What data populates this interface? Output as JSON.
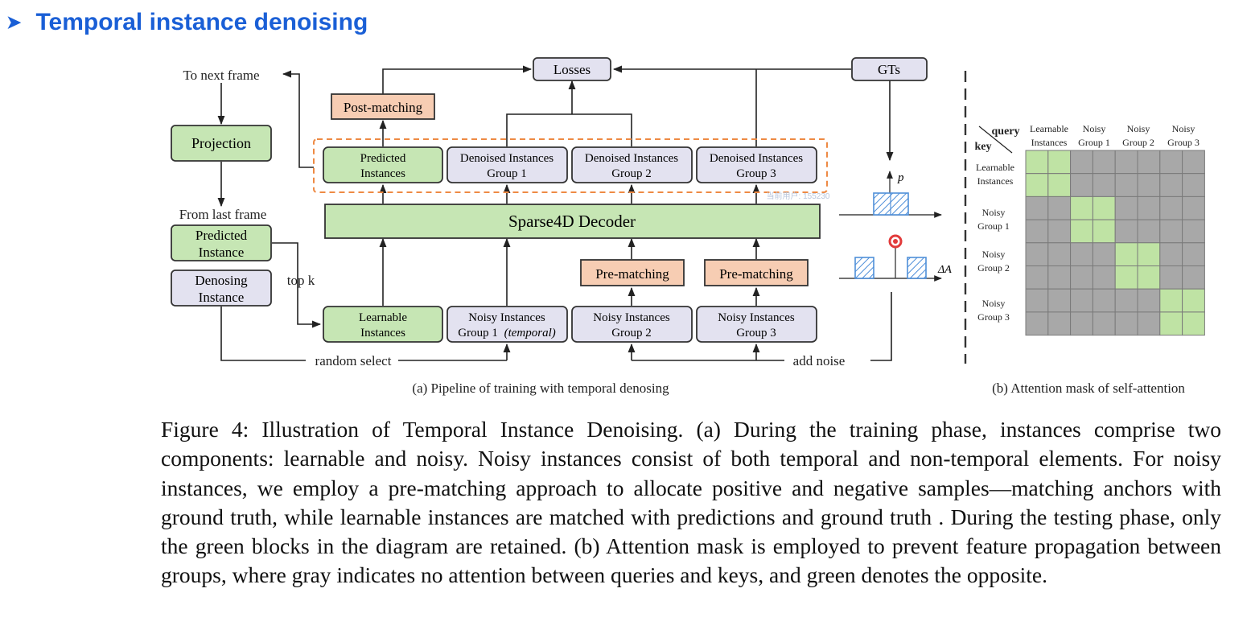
{
  "section_title": "Temporal instance denoising",
  "pipeline": {
    "to_next_frame": "To next frame",
    "projection": "Projection",
    "from_last_frame": "From last frame",
    "predicted_instance": [
      "Predicted",
      "Instance"
    ],
    "denoising_instance": [
      "Denosing",
      "Instance"
    ],
    "top_k": "top k",
    "random_select": "random select",
    "add_noise": "add noise",
    "losses": "Losses",
    "gts": "GTs",
    "post_matching": "Post-matching",
    "predicted_instances": [
      "Predicted",
      "Instances"
    ],
    "denoised_1": [
      "Denoised Instances",
      "Group 1"
    ],
    "denoised_2": [
      "Denoised Instances",
      "Group 2"
    ],
    "denoised_3": [
      "Denoised Instances",
      "Group 3"
    ],
    "decoder": "Sparse4D Decoder",
    "pre_matching_a": "Pre-matching",
    "pre_matching_b": "Pre-matching",
    "learnable_instances": [
      "Learnable",
      "Instances"
    ],
    "noisy_1": [
      "Noisy Instances",
      "Group 1"
    ],
    "noisy_1_tag": "(temporal)",
    "noisy_2": [
      "Noisy Instances",
      "Group 2"
    ],
    "noisy_3": [
      "Noisy Instances",
      "Group 3"
    ],
    "p_label": "p",
    "delta_a_label": "ΔA",
    "subcaption_a": "(a) Pipeline of training with temporal denosing",
    "watermark": "当前用户: 155230"
  },
  "attention_mask": {
    "corner_query": "query",
    "corner_key": "key",
    "col_headers": [
      [
        "Learnable",
        "Instances"
      ],
      [
        "Noisy",
        "Group 1"
      ],
      [
        "Noisy",
        "Group 2"
      ],
      [
        "Noisy",
        "Group 3"
      ]
    ],
    "row_headers": [
      [
        "Learnable",
        "Instances"
      ],
      [
        "Noisy",
        "Group 1"
      ],
      [
        "Noisy",
        "Group 2"
      ],
      [
        "Noisy",
        "Group 3"
      ]
    ],
    "green_color": "#bfe3a4",
    "gray_color": "#a8a8a8",
    "subcaption_b": "(b) Attention mask of self-attention"
  },
  "colors": {
    "title_blue": "#1a5fd6",
    "green_box": "#c6e6b4",
    "orange_box": "#f7cdb3",
    "lavender_box": "#e3e2f0",
    "dashed_orange": "#ee8a44",
    "hatch_blue": "#4f8fd9"
  },
  "caption": "Figure 4: Illustration of Temporal Instance Denoising. (a) During the training phase, instances comprise two components: learnable and noisy. Noisy instances consist of both temporal and non-temporal elements. For noisy instances, we employ a pre-matching approach to allocate positive and negative samples—matching anchors with ground truth, while learnable instances are matched with predictions and ground truth . During the testing phase, only the green blocks in the diagram are retained. (b) Attention mask is employed to prevent feature propagation between groups, where gray indicates no attention between queries and keys, and green denotes the opposite."
}
